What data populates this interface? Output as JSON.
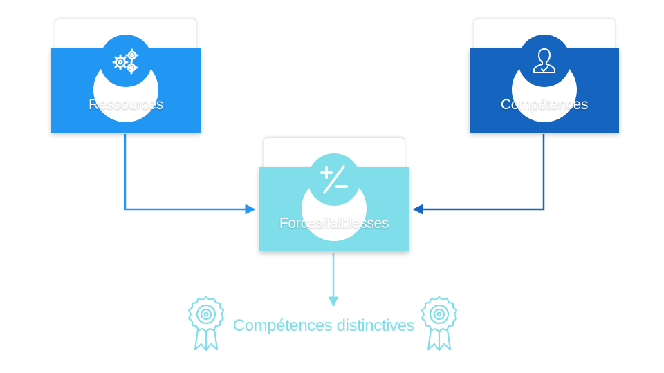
{
  "colors": {
    "ressources": "#2196f3",
    "competences": "#1565c0",
    "forces": "#80deea",
    "outcome": "#80deea"
  },
  "cards": {
    "ressources": {
      "label": "Ressources",
      "icon": "gears-icon"
    },
    "competences": {
      "label": "Compétences",
      "icon": "user-check-icon"
    },
    "forces": {
      "label": "Forces/faiblesses",
      "icon": "plus-minus-icon"
    }
  },
  "outcome": {
    "label": "Compétences distinctives",
    "icon": "award-rosette-icon"
  }
}
